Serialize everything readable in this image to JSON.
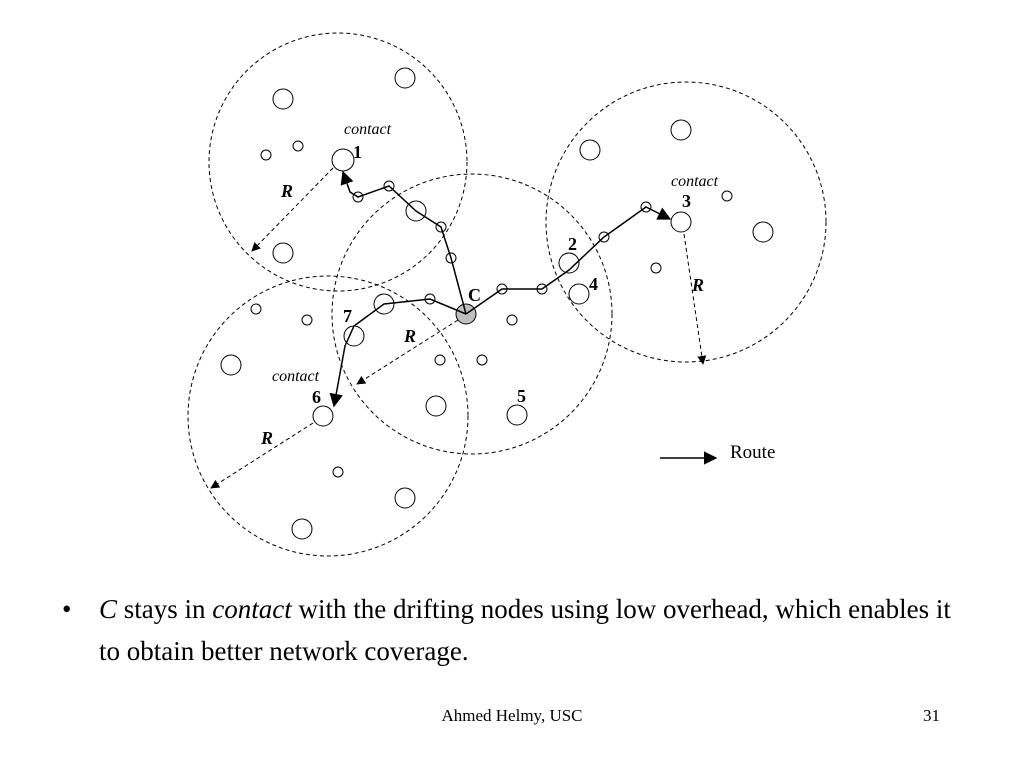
{
  "diagram": {
    "contact_label": "contact",
    "radius_label": "R",
    "center_label": "C",
    "node_labels": [
      "1",
      "2",
      "3",
      "4",
      "5",
      "6",
      "7"
    ],
    "legend_label": "Route"
  },
  "bullet": {
    "symbol": "•",
    "parts": [
      {
        "text": "C",
        "italic": true
      },
      {
        "text": " stays in ",
        "italic": false
      },
      {
        "text": "contact",
        "italic": true
      },
      {
        "text": " with the drifting nodes using low overhead, which enables it to obtain better network coverage.",
        "italic": false
      }
    ]
  },
  "footer": {
    "author": "Ahmed Helmy, USC",
    "page_number": "31"
  }
}
